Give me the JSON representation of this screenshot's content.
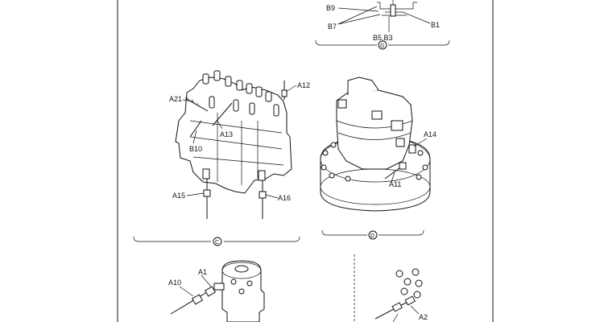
{
  "labels": {
    "b9": "B9",
    "b7": "B7",
    "b1": "B1",
    "b5b3": "B5,B3",
    "a12": "A12",
    "a21": "A21",
    "a13": "A13",
    "b10": "B10",
    "a15": "A15",
    "a16": "A16",
    "a14": "A14",
    "a11": "A11",
    "a1": "A1",
    "a10": "A10",
    "a2": "A2"
  },
  "views": {
    "g": "G",
    "c": "C",
    "d": "D"
  }
}
